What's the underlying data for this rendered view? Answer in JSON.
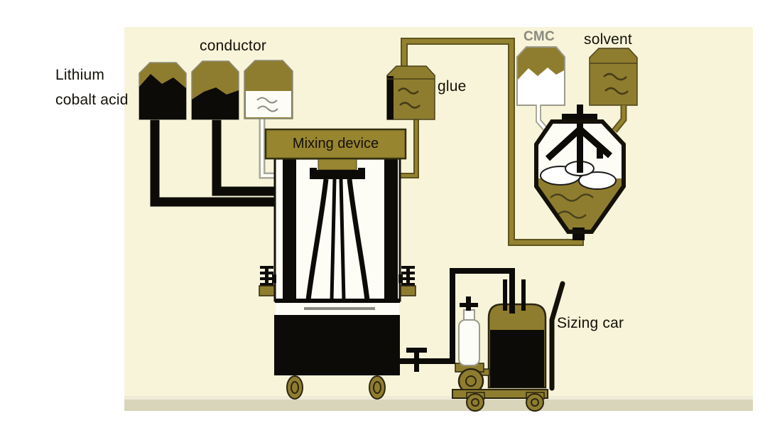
{
  "labels": {
    "lithium_line1": "Lithium",
    "lithium_line2": "cobalt acid",
    "conductor": "conductor",
    "mixing_device": "Mixing device",
    "glue": "glue",
    "cmc": "CMC",
    "solvent": "solvent",
    "sizing_car": "Sizing car"
  },
  "colors": {
    "panel_background": "#f7f4d9",
    "floor_strip": "#d9d5ba",
    "vessel_olive": "#8f7d2f",
    "banner_olive": "#97852f",
    "pipe_olive": "#93822f",
    "pipe_outline": "#5f5420",
    "ink_black": "#0d0b07",
    "outline_gray": "#9a9a8c",
    "cmc_label_gray": "#8a8a7e"
  }
}
